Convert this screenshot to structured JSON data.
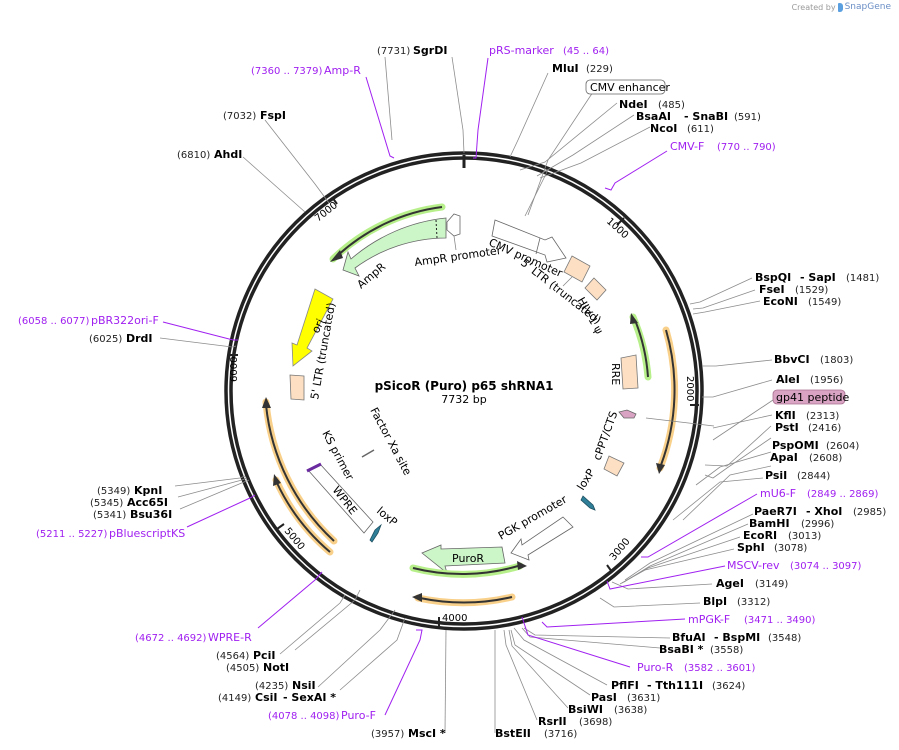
{
  "credit": {
    "prefix": "Created by",
    "brand": "SnapGene"
  },
  "plasmid": {
    "name": "pSicoR (Puro) p65 shRNA1",
    "length": "7732 bp"
  },
  "ticks": [
    "1000",
    "2000",
    "3000",
    "4000",
    "5000",
    "6000",
    "7000"
  ],
  "enzymes": [
    {
      "name": "SgrDI",
      "pos": "(7731)"
    },
    {
      "name": "MluI",
      "pos": "(229)"
    },
    {
      "name": "NdeI",
      "pos": "(485)"
    },
    {
      "name": "BsaAI",
      "name2": "- SnaBI",
      "pos": "(591)"
    },
    {
      "name": "NcoI",
      "pos": "(611)"
    },
    {
      "name": "BspQI",
      "name2": "- SapI",
      "pos": "(1481)"
    },
    {
      "name": "FseI",
      "pos": "(1529)"
    },
    {
      "name": "EcoNI",
      "pos": "(1549)"
    },
    {
      "name": "BbvCI",
      "pos": "(1803)"
    },
    {
      "name": "AleI",
      "pos": "(1956)"
    },
    {
      "name": "KflI",
      "pos": "(2313)"
    },
    {
      "name": "PstI",
      "pos": "(2416)"
    },
    {
      "name": "PspOMI",
      "pos": "(2604)"
    },
    {
      "name": "ApaI",
      "pos": "(2608)"
    },
    {
      "name": "PsiI",
      "pos": "(2844)"
    },
    {
      "name": "PaeR7I",
      "name2": "- XhoI",
      "pos": "(2985)"
    },
    {
      "name": "BamHI",
      "pos": "(2996)"
    },
    {
      "name": "EcoRI",
      "pos": "(3013)"
    },
    {
      "name": "SphI",
      "pos": "(3078)"
    },
    {
      "name": "AgeI",
      "pos": "(3149)"
    },
    {
      "name": "BlpI",
      "pos": "(3312)"
    },
    {
      "name": "BfuAI",
      "name2": "- BspMI",
      "pos": "(3548)"
    },
    {
      "name": "BsaBI *",
      "pos": "(3558)"
    },
    {
      "name": "PflFI",
      "name2": "- Tth111I",
      "pos": "(3624)"
    },
    {
      "name": "PasI",
      "pos": "(3631)"
    },
    {
      "name": "BsiWI",
      "pos": "(3638)"
    },
    {
      "name": "RsrII",
      "pos": "(3698)"
    },
    {
      "name": "BstEII",
      "pos": "(3716)"
    },
    {
      "name": "MscI *",
      "pos": "(3957)"
    },
    {
      "name": "CsiI",
      "name2": "- SexAI *",
      "pos": "(4149)"
    },
    {
      "name": "NsiI",
      "pos": "(4235)"
    },
    {
      "name": "NotI",
      "pos": "(4505)"
    },
    {
      "name": "PciI",
      "pos": "(4564)"
    },
    {
      "name": "Bsu36I",
      "pos": "(5341)"
    },
    {
      "name": "Acc65I",
      "pos": "(5345)"
    },
    {
      "name": "KpnI",
      "pos": "(5349)"
    },
    {
      "name": "DrdI",
      "pos": "(6025)"
    },
    {
      "name": "AhdI",
      "pos": "(6810)"
    },
    {
      "name": "FspI",
      "pos": "(7032)"
    }
  ],
  "primers": [
    {
      "name": "pRS-marker",
      "range": "(45 .. 64)"
    },
    {
      "name": "CMV-F",
      "range": "(770 .. 790)"
    },
    {
      "name": "mU6-F",
      "range": "(2849 .. 2869)"
    },
    {
      "name": "MSCV-rev",
      "range": "(3074 .. 3097)"
    },
    {
      "name": "mPGK-F",
      "range": "(3471 .. 3490)"
    },
    {
      "name": "Puro-R",
      "range": "(3582 .. 3601)"
    },
    {
      "name": "Puro-F",
      "range": "(4078 .. 4098)"
    },
    {
      "name": "WPRE-R",
      "range": "(4672 .. 4692)"
    },
    {
      "name": "pBluescriptKS",
      "range": "(5211 .. 5227)"
    },
    {
      "name": "pBR322ori-F",
      "range": "(6058 .. 6077)"
    },
    {
      "name": "Amp-R",
      "range": "(7360 .. 7379)"
    }
  ],
  "boxed_labels": [
    {
      "name": "CMV enhancer"
    },
    {
      "name": "gp41 peptide"
    }
  ],
  "features": [
    {
      "name": "AmpR promoter"
    },
    {
      "name": "AmpR"
    },
    {
      "name": "ori"
    },
    {
      "name": "5' LTR (truncated)"
    },
    {
      "name": "CMV promoter"
    },
    {
      "name": "5' LTR (truncated)"
    },
    {
      "name": "HIV-1 ψ"
    },
    {
      "name": "RRE"
    },
    {
      "name": "cPPT/CTS"
    },
    {
      "name": "loxP"
    },
    {
      "name": "PGK promoter"
    },
    {
      "name": "PuroR"
    },
    {
      "name": "loxP"
    },
    {
      "name": "WPRE"
    },
    {
      "name": "KS primer"
    },
    {
      "name": "Factor Xa site"
    }
  ],
  "colors": {
    "backbone": "#222222",
    "enzyme_line": "#8c8c8c",
    "primer": "#a020f0",
    "amp": "#ccf5c8",
    "ori": "#ffff00",
    "ltr": "#fde0c3",
    "orf_green_glow": "#b7f08a",
    "orf_orange_glow": "#f9d08a",
    "loxp": "#2f7f98",
    "gp41": "#d9a3c3"
  }
}
